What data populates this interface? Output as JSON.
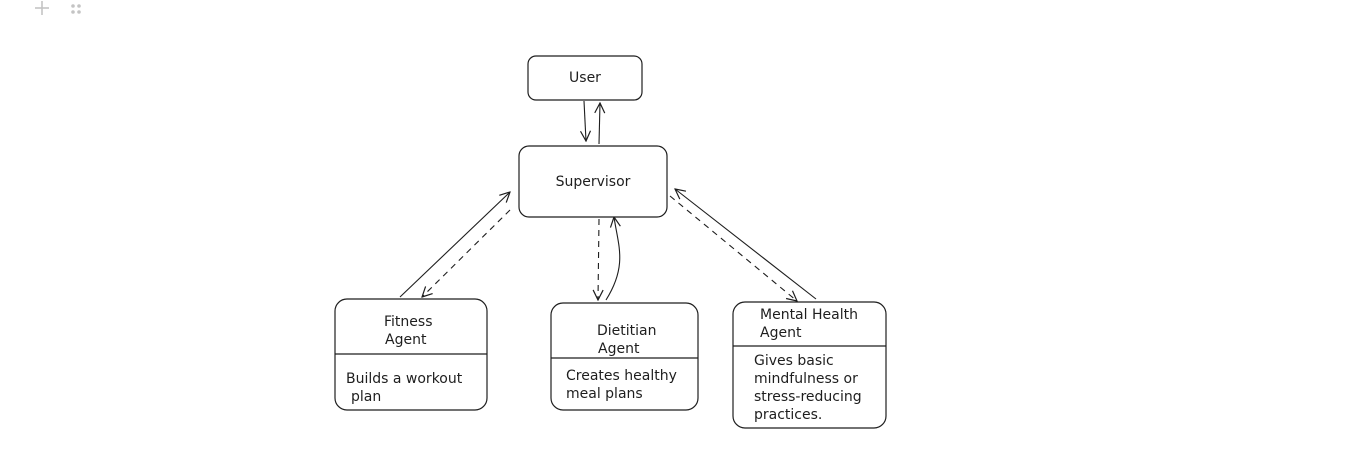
{
  "diagram": {
    "nodes": {
      "user": {
        "title": [
          "User"
        ]
      },
      "supervisor": {
        "title": [
          "Supervisor"
        ]
      },
      "fitness": {
        "title": [
          "Fitness",
          "Agent"
        ],
        "description": [
          "Builds a workout",
          "plan"
        ]
      },
      "dietitian": {
        "title": [
          "Dietitian",
          "Agent"
        ],
        "description": [
          "Creates healthy",
          "meal plans"
        ]
      },
      "mental": {
        "title": [
          "Mental Health",
          "Agent"
        ],
        "description": [
          "Gives basic",
          "mindfulness or",
          "stress-reducing",
          "practices."
        ]
      }
    },
    "edges": [
      {
        "from": "user",
        "to": "supervisor",
        "style": "solid"
      },
      {
        "from": "supervisor",
        "to": "user",
        "style": "solid"
      },
      {
        "from": "supervisor",
        "to": "fitness",
        "style": "dashed"
      },
      {
        "from": "fitness",
        "to": "supervisor",
        "style": "solid"
      },
      {
        "from": "supervisor",
        "to": "dietitian",
        "style": "dashed"
      },
      {
        "from": "dietitian",
        "to": "supervisor",
        "style": "solid"
      },
      {
        "from": "supervisor",
        "to": "mental",
        "style": "dashed"
      },
      {
        "from": "mental",
        "to": "supervisor",
        "style": "solid"
      }
    ],
    "colors": {
      "stroke": "#1e1e1e",
      "background": "#ffffff",
      "toolbar_icon": "#c4c4c4"
    }
  },
  "toolbar": {
    "add_icon": "plus-icon",
    "drag_icon": "drag-handle-icon"
  }
}
